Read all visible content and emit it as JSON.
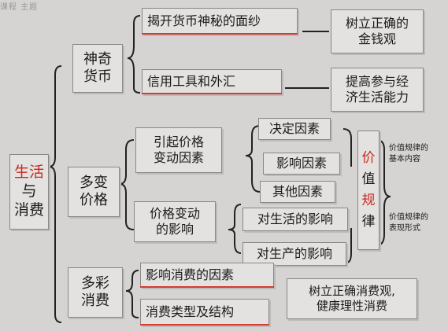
{
  "header": "课程 主题",
  "root": [
    "生活",
    "与",
    "消费"
  ],
  "b1": {
    "title": [
      "神奇",
      "货币"
    ],
    "item1": "揭开货币神秘的面纱",
    "item2": "信用工具和外汇",
    "note1": [
      "树立正确的",
      "金钱观"
    ],
    "note2": [
      "提高参与经",
      "济生活能力"
    ]
  },
  "b2": {
    "title": [
      "多变",
      "价格"
    ],
    "sub1": [
      "引起价格",
      "变动因素"
    ],
    "sub2": [
      "价格变动",
      "的影响"
    ],
    "f1": "决定因素",
    "f2": "影响因素",
    "f3": "其他因素",
    "e1": "对生活的影响",
    "e2": "对生产的影响",
    "law": [
      "价",
      "值",
      "规",
      "律"
    ],
    "law_note1": [
      "价值规律的",
      "基本内容"
    ],
    "law_note2": [
      "价值规律的",
      "表现形式"
    ]
  },
  "b3": {
    "title": [
      "多彩",
      "消费"
    ],
    "item1": "影响消费的因素",
    "item2": "消费类型及结构",
    "note": [
      "树立正确消费观,",
      "健康理性消费"
    ]
  },
  "colors": {
    "background": "#d6d4d2",
    "box": "#e4e2e0",
    "accent_red": "#c8281e"
  }
}
